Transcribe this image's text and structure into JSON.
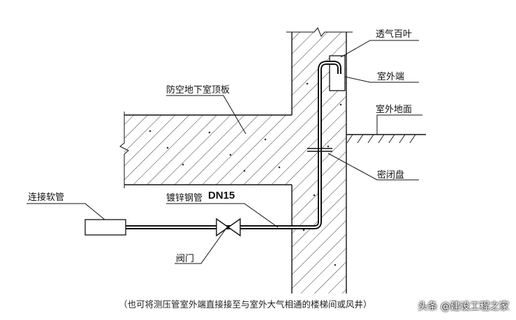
{
  "labels": {
    "louver": "透气百叶",
    "outdoor_end": "室外端",
    "outdoor_ground": "室外地面",
    "roof_slab": "防空地下室顶板",
    "seal_disc": "密闭盘",
    "pipe": "镀锌钢管",
    "pipe_size": "DN15",
    "connector": "连接软管",
    "valve": "阀门"
  },
  "caption": "（也可将测压管室外端直接接至与室外大气相通的楼梯间或风井）",
  "watermark": "头条 @建设工程之家"
}
